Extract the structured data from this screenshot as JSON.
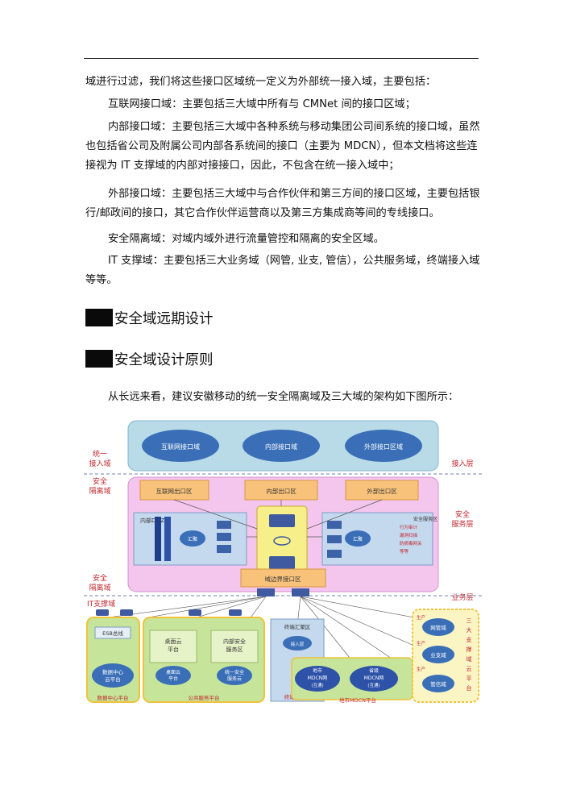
{
  "paragraphs": [
    "域进行过滤，我们将这些接口区域统一定义为外部统一接入域，主要包括：",
    "互联网接口域：主要包括三大域中所有与 CMNet 间的接口区域；",
    "内部接口域：主要包括三大域中各种系统与移动集团公司间系统的接口域，虽然也包括省公司及附属公司内部各系统间的接口（主要为 MDCN），但本文档将这些连接视为 IT 支撑域的内部对接接口，因此，不包含在统一接入域中；",
    "外部接口域：主要包括三大域中与合作伙伴和第三方间的接口区域，主要包括银行/邮政间的接口，其它合作伙伴运营商以及第三方集成商等间的专线接口。",
    "安全隔离域：对域内域外进行流量管控和隔离的安全区域。",
    "IT 支撑域：主要包括三大业务域（网管, 业支, 管信），公共服务域，终端接入域等等。"
  ],
  "headings": [
    "安全域远期设计",
    "安全域设计原则"
  ],
  "intro": "从长远来看，建议安徽移动的统一安全隔离域及三大域的架构如下图所示：",
  "diagram": {
    "left_labels": {
      "access_domain": [
        "统一",
        "接入域"
      ],
      "isolation_top": [
        "安全",
        "隔离域"
      ],
      "isolation_bottom": [
        "安全",
        "隔离域"
      ],
      "it_support": "IT支撑域"
    },
    "right_labels": {
      "access_layer": "接入层",
      "security_service_layer": [
        "安全",
        "服务层"
      ],
      "business_layer": "业务层"
    },
    "clouds": [
      "互联网接口域",
      "内部接口域",
      "外部接口区域"
    ],
    "exit_zones": [
      "互联网出口区",
      "内部出口区",
      "外部出口区"
    ],
    "inner_dmz": "内部DMZ区",
    "cloud_small": [
      "汇聚",
      "汇聚"
    ],
    "service_items": [
      "行为审计",
      "漏洞扫描",
      "防病毒网关",
      "等等"
    ],
    "security_service_zone": "安全服务区",
    "border_access_zone": "域边界接口区",
    "data_center": {
      "label": "数据中心平台",
      "top_box": "ESB总线",
      "cloud": [
        "数据中心",
        "云平台"
      ]
    },
    "public_service": {
      "label": "公共服务平台",
      "left_box": [
        "桌面云",
        "平台"
      ],
      "left_cloud": [
        "桌面云",
        "平台"
      ],
      "right_box": [
        "内部安全",
        "服务区"
      ],
      "right_cloud": [
        "统一安全",
        "服务云"
      ]
    },
    "terminal_access": {
      "label": "终端接入区",
      "top": "终端汇聚区",
      "cloud": "接入层"
    },
    "mdcn": {
      "label": "地市MDCN平台",
      "left_cloud": [
        "地市",
        "MDCN网",
        "(互通)"
      ],
      "right_cloud": [
        "省级",
        "MDCN网",
        "(互通)"
      ]
    },
    "three_domains": {
      "label": [
        "三",
        "大",
        "支",
        "撑",
        "域",
        "云",
        "平",
        "台"
      ],
      "items": [
        "网管域",
        "业支域",
        "管信域"
      ],
      "prod": [
        "生产",
        "生产",
        "生产"
      ]
    }
  }
}
